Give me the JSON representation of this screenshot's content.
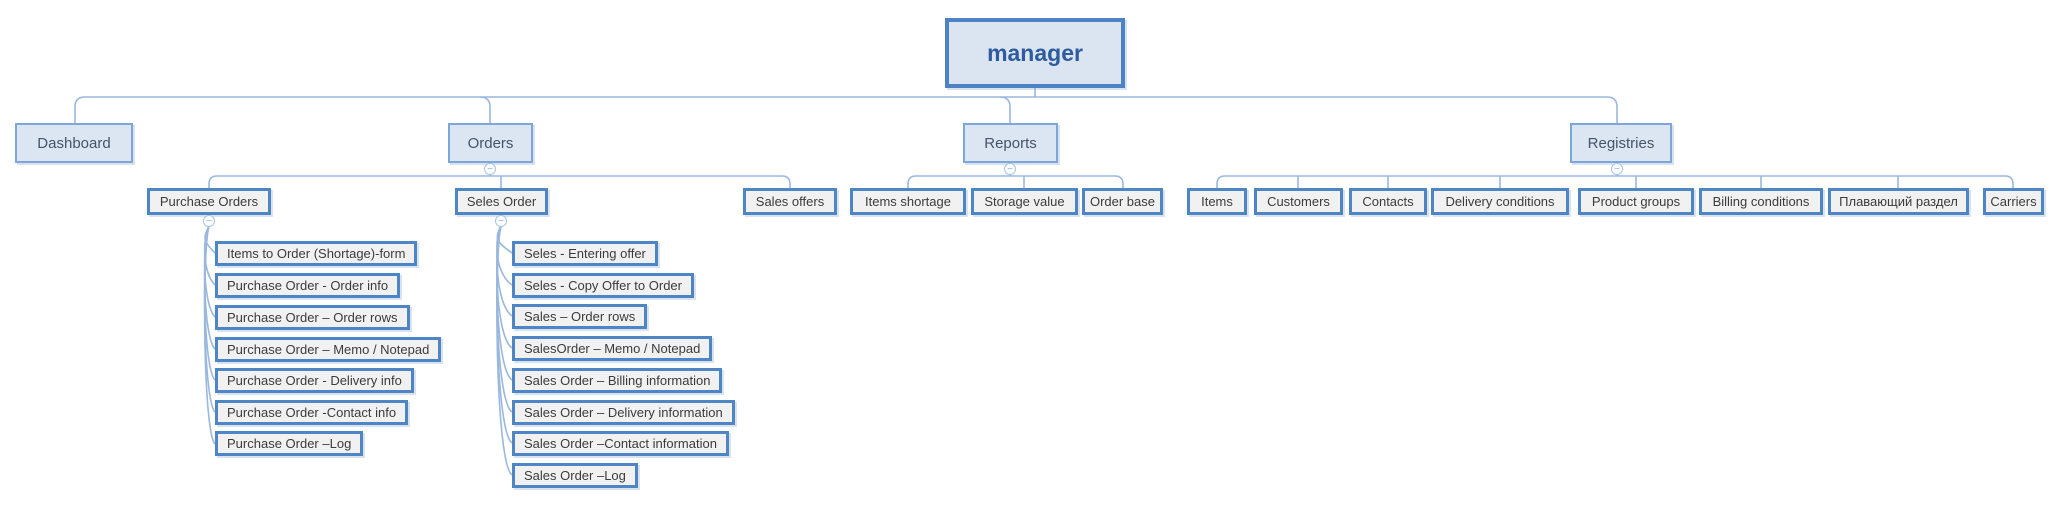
{
  "diagram": {
    "collapse_glyph": "−",
    "root": {
      "label": "manager"
    },
    "dashboard": {
      "label": "Dashboard"
    },
    "orders": {
      "label": "Orders"
    },
    "reports": {
      "label": "Reports"
    },
    "registries": {
      "label": "Registries"
    },
    "purchase_orders": {
      "label": "Purchase Orders",
      "children": [
        "Items to Order (Shortage)-form",
        "Purchase Order - Order info",
        "Purchase Order – Order rows",
        "Purchase Order – Memo / Notepad",
        "Purchase Order - Delivery info",
        "Purchase Order -Contact info",
        "Purchase Order –Log"
      ]
    },
    "sales_order": {
      "label": "Seles Order",
      "children": [
        "Seles - Entering offer",
        "Seles - Copy Offer to Order",
        "Sales – Order rows",
        "SalesOrder – Memo / Notepad",
        "Sales Order – Billing information",
        "Sales Order – Delivery information",
        "Sales Order –Contact information",
        "Sales Order –Log"
      ]
    },
    "sales_offers": {
      "label": "Sales offers"
    },
    "reports_children": [
      "Items shortage",
      "Storage value",
      "Order base"
    ],
    "registries_children": [
      "Items",
      "Customers",
      "Contacts",
      "Delivery conditions",
      "Product groups",
      "Billing conditions",
      "Плавающий раздел",
      "Carriers"
    ],
    "colors": {
      "thick_border": "#4e86c5",
      "root_border": "#4d82c3",
      "branch_border": "#7da7d9",
      "blue_fill": "#dbe5f1",
      "gray_fill": "#f1f1f1",
      "connector": "#9ab7dd",
      "root_text": "#2e5b9e",
      "branch_text": "#44546a",
      "leaf_text": "#3b3b3b"
    }
  }
}
